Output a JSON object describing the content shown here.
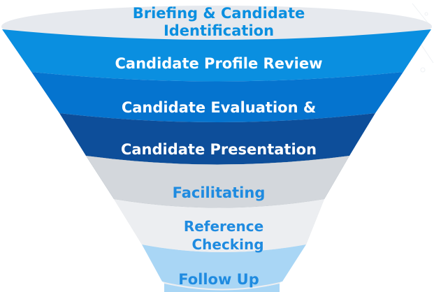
{
  "funnel": {
    "stages": [
      {
        "lines": [
          "Briefing & Candidate",
          "Identification"
        ],
        "fill": "#0a8fe0",
        "text_color": "#0a8fe0",
        "top_color": "#e6e9ee"
      },
      {
        "lines": [
          "Candidate Profile Review"
        ],
        "fill": "#0574cf",
        "text_color": "#ffffff"
      },
      {
        "lines": [
          "Candidate Evaluation &"
        ],
        "fill": "#0d4e9a",
        "text_color": "#ffffff"
      },
      {
        "lines": [
          "Candidate Presentation"
        ],
        "fill": "#5e7682",
        "text_color": "#ffffff"
      },
      {
        "lines": [
          "Facilitating"
        ],
        "fill": "#d3d7dc",
        "text_color": "#1f8be0"
      },
      {
        "lines": [
          "Reference",
          "Checking"
        ],
        "fill": "#eceef1",
        "text_color": "#1f8be0"
      },
      {
        "lines": [
          "Follow Up"
        ],
        "fill": "#a9d6f5",
        "text_color": "#1f8be0"
      }
    ]
  }
}
